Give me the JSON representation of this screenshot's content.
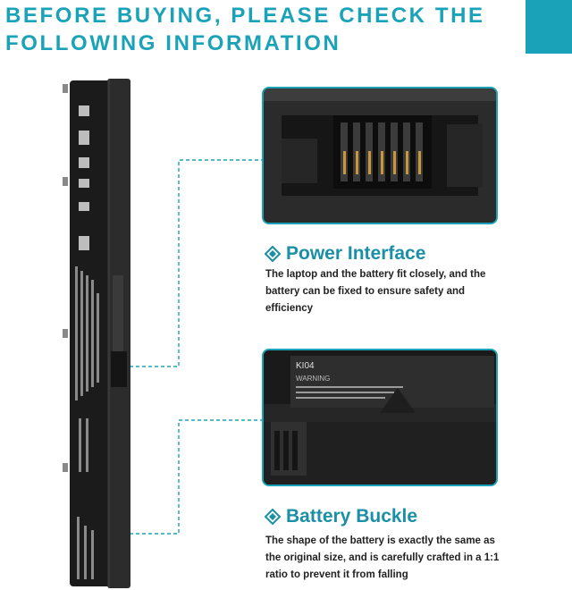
{
  "headline": {
    "line1": "BEFORE BUYING, PLEASE CHECK THE",
    "line2": "FOLLOWING INFORMATION"
  },
  "accent_color": "#1aa3b8",
  "features": [
    {
      "title": "Power Interface",
      "description_lines": [
        "The laptop and the battery fit closely, and the",
        "battery can be fixed to ensure safety and",
        "efficiency"
      ]
    },
    {
      "title": "Battery Buckle",
      "description_lines": [
        "The shape of the battery is exactly the same as",
        "the original size, and is carefully crafted in a 1:1",
        "ratio to prevent it from falling"
      ],
      "photo_label": {
        "model": "KI04",
        "warning": "WARNING"
      }
    }
  ],
  "icons": {
    "feature_bullet": "diamond-icon"
  }
}
